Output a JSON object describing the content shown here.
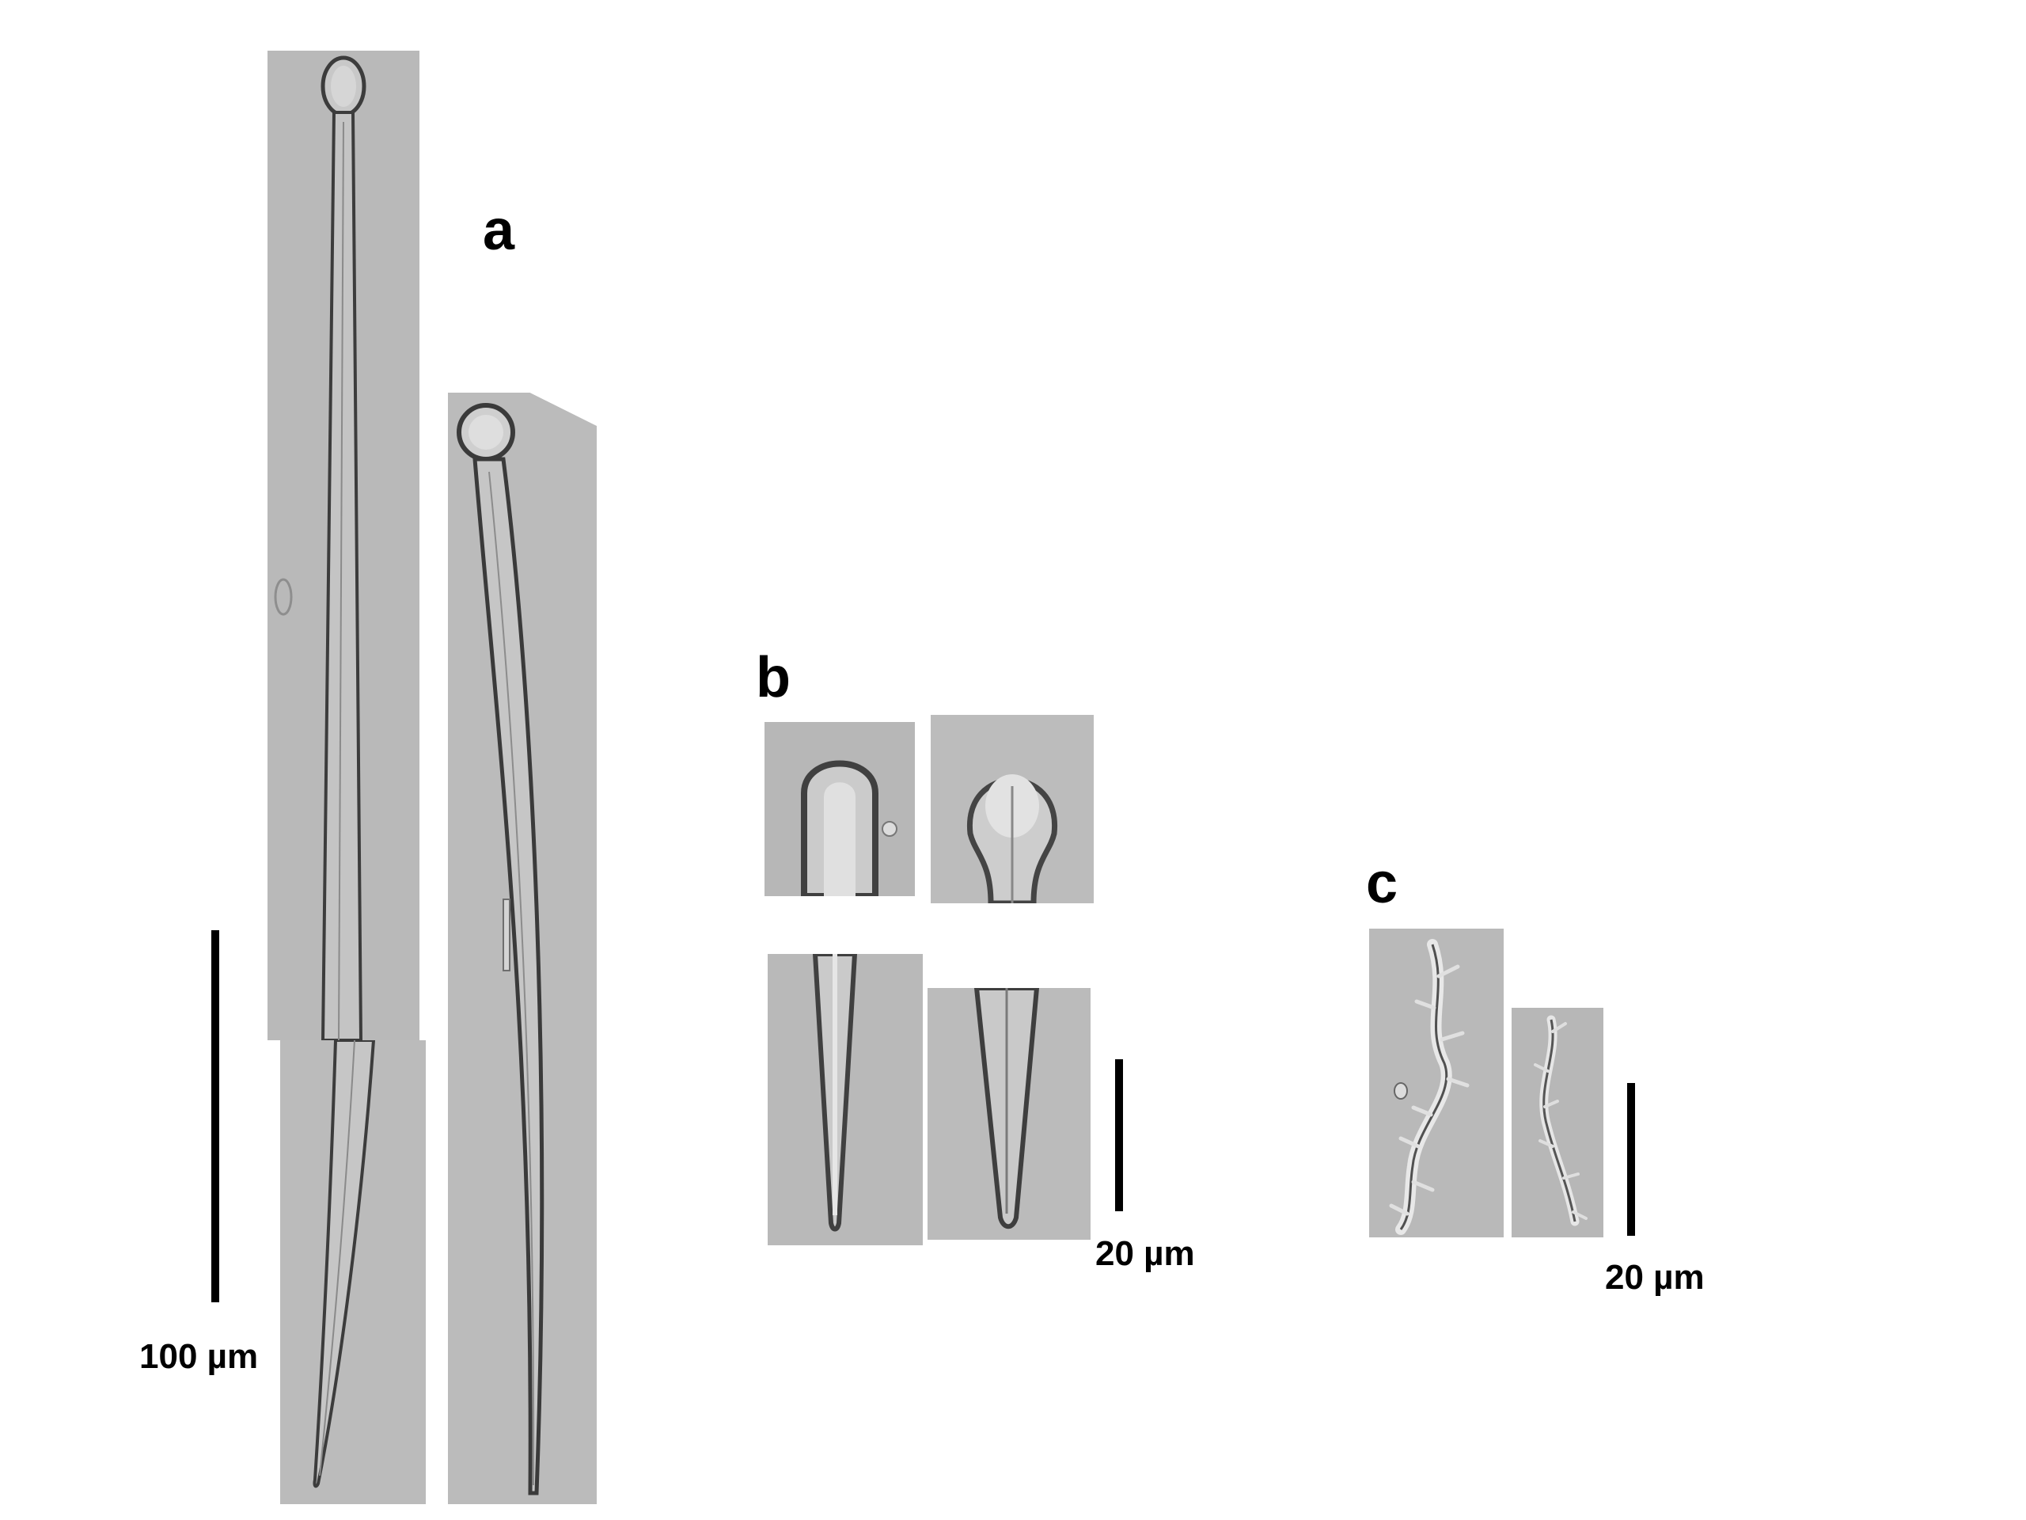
{
  "figure": {
    "panels": [
      {
        "id": "a",
        "label": "a",
        "scale_label": "100 µm"
      },
      {
        "id": "b",
        "label": "b",
        "scale_label": "20 µm"
      },
      {
        "id": "c",
        "label": "c",
        "scale_label": "20 µm"
      }
    ],
    "colors": {
      "background": "#ffffff",
      "micrograph_gray": "#b8b8b8",
      "spicule_outline": "#4a4a4a",
      "spicule_highlight": "#dcdcdc",
      "scale_bar": "#000000"
    }
  }
}
